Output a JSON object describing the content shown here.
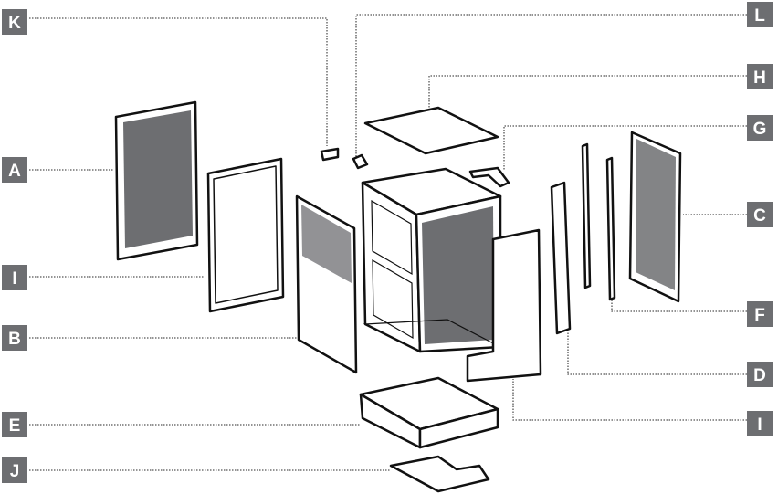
{
  "diagram": {
    "labels": {
      "K": "K",
      "L": "L",
      "H": "H",
      "G": "G",
      "A": "A",
      "C": "C",
      "I_left": "I",
      "F": "F",
      "B": "B",
      "D": "D",
      "E": "E",
      "I_right": "I",
      "J": "J"
    },
    "colors": {
      "label_bg": "#6d6e71",
      "mesh": "#6d6e71",
      "outline": "#111111"
    }
  }
}
